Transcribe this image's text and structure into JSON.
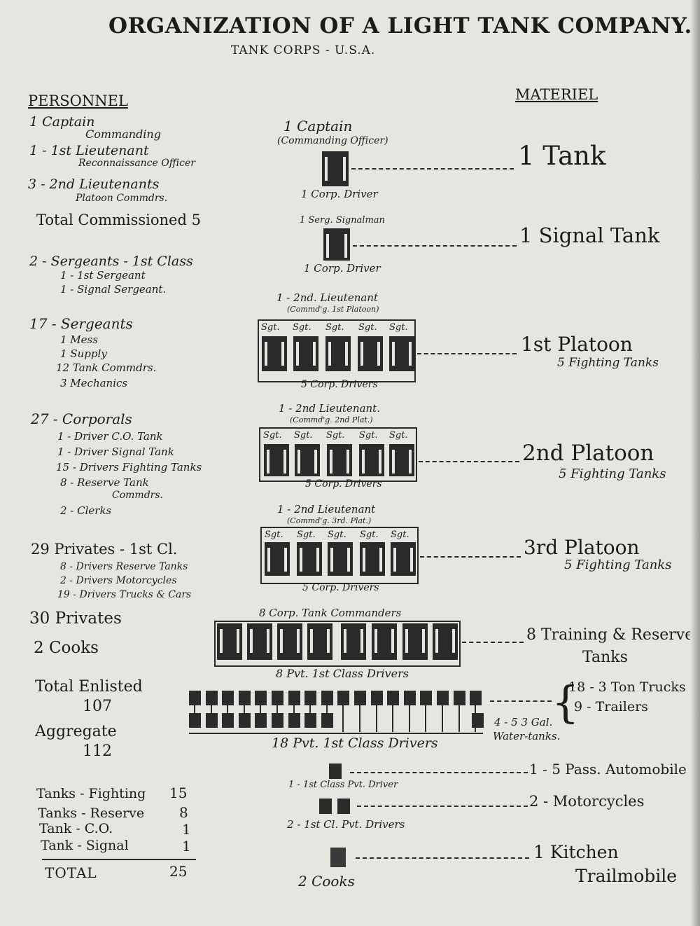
{
  "title": "ORGANIZATION OF A LIGHT TANK COMPANY.",
  "subtitle": "TANK CORPS - U.S.A.",
  "personnel": {
    "heading": "PERSONNEL",
    "captain": "1 Captain",
    "captain_role": "Commanding",
    "lieutenant": "1 - 1st Lieutenant",
    "lieutenant_role": "Reconnaissance Officer",
    "second_lts": "3 - 2nd Lieutenants",
    "second_lts_role": "Platoon Commdrs.",
    "total_commissioned": "Total Commissioned 5",
    "sgt_1st": "2 - Sergeants - 1st Class",
    "sgt_1st_a": "1 - 1st Sergeant",
    "sgt_1st_b": "1 - Signal Sergeant.",
    "sergeants": "17 - Sergeants",
    "sgt_a": "1 Mess",
    "sgt_b": "1 Supply",
    "sgt_c": "12 Tank Commdrs.",
    "sgt_d": "3 Mechanics",
    "corporals": "27 - Corporals",
    "corp_a": "1 - Driver C.O. Tank",
    "corp_b": "1 - Driver Signal Tank",
    "corp_c": "15 - Drivers Fighting Tanks",
    "corp_d": "8 - Reserve Tank",
    "corp_d2": "Commdrs.",
    "corp_e": "2 - Clerks",
    "pfc": "29 Privates - 1st Cl.",
    "pfc_a": "8 - Drivers Reserve Tanks",
    "pfc_b": "2 - Drivers Motorcycles",
    "pfc_c": "19 - Drivers Trucks & Cars",
    "privates": "30 Privates",
    "cooks": "2 Cooks",
    "total_enlisted_label": "Total Enlisted",
    "total_enlisted": "107",
    "aggregate_label": "Aggregate",
    "aggregate": "112",
    "tank_totals": [
      {
        "label": "Tanks - Fighting",
        "value": "15"
      },
      {
        "label": "Tanks - Reserve",
        "value": "8"
      },
      {
        "label": "Tank - C.O.",
        "value": "1"
      },
      {
        "label": "Tank - Signal",
        "value": "1"
      }
    ],
    "total_label": "TOTAL",
    "total_value": "25"
  },
  "materiel": {
    "heading": "MATERIEL",
    "tank": "1 Tank",
    "signal_tank": "1 Signal Tank",
    "platoon1": "1st Platoon",
    "platoon1_sub": "5 Fighting Tanks",
    "platoon2": "2nd Platoon",
    "platoon2_sub": "5 Fighting Tanks",
    "platoon3": "3rd Platoon",
    "platoon3_sub": "5 Fighting Tanks",
    "reserve": "8 Training & Reserve",
    "reserve2": "Tanks",
    "trucks": "18 - 3 Ton Trucks",
    "trailers": "9 - Trailers",
    "water_tanks": "4 - 5 3 Gal.",
    "water_tanks2": "Water-tanks.",
    "automobile": "1 - 5 Pass. Automobile",
    "motorcycles": "2 - Motorcycles",
    "kitchen": "1 Kitchen",
    "kitchen2": "Trailmobile"
  },
  "center": {
    "captain": "1 Captain",
    "captain_role": "(Commanding Officer)",
    "corp_driver": "1 Corp. Driver",
    "signalman": "1 Serg. Signalman",
    "corp_driver2": "1 Corp. Driver",
    "plt1_lt": "1 - 2nd. Lieutenant",
    "plt1_cmd": "(Commd'g. 1st Platoon)",
    "plt2_lt": "1 - 2nd Lieutenant.",
    "plt2_cmd": "(Commd'g. 2nd Plat.)",
    "plt3_lt": "1 - 2nd Lieutenant",
    "plt3_cmd": "(Commd'g. 3rd. Plat.)",
    "sgt": "Sgt.",
    "corp_drivers": "5 Corp. Drivers",
    "reserve_cmdrs": "8 Corp. Tank Commanders",
    "reserve_drivers": "8 Pvt. 1st Class Drivers",
    "truck_drivers": "18 Pvt. 1st Class Drivers",
    "auto_driver": "1 - 1st Class Pvt. Driver",
    "moto_drivers": "2 - 1st Cl. Pvt. Drivers",
    "kitchen_cooks": "2 Cooks"
  },
  "colors": {
    "paper": "#e6e6e1",
    "ink": "#2a2a2a"
  }
}
